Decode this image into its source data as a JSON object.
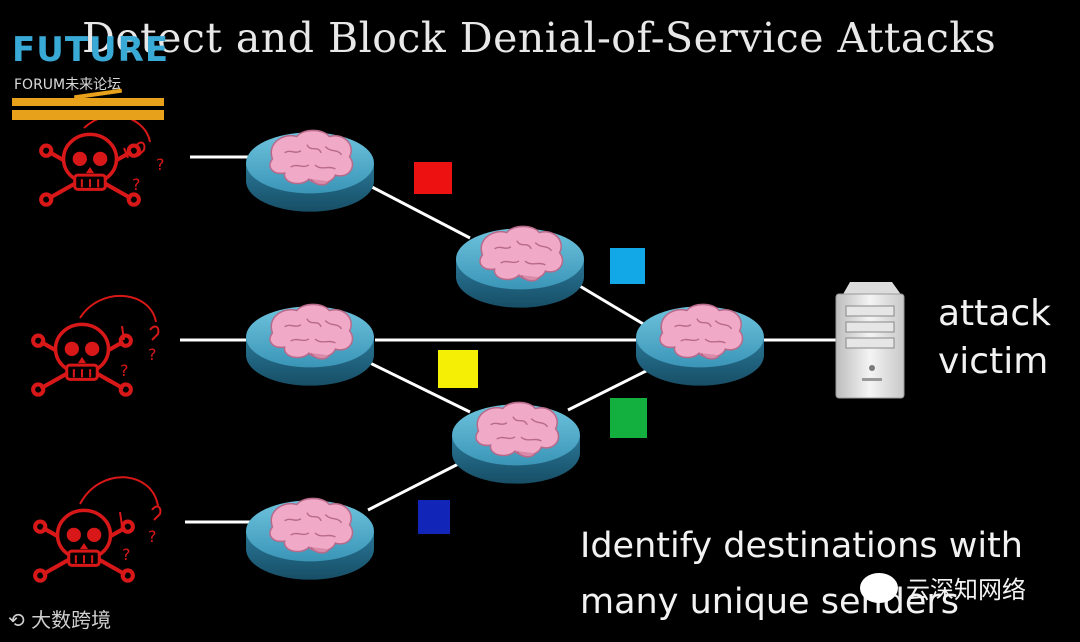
{
  "title": "Detect and Block Denial-of-Service Attacks",
  "logo": {
    "word": "FUTURE",
    "sub": "FORUM未来论坛"
  },
  "victim_label": [
    "attack",
    "victim"
  ],
  "caption": [
    "Identify destinations with",
    "many unique senders"
  ],
  "watermarks": {
    "left": "大数跨境",
    "right": "云深知网络"
  },
  "colors": {
    "packet_red": "#ee1111",
    "packet_blue_light": "#12a8e8",
    "packet_yellow": "#f5ee05",
    "packet_green": "#13b040",
    "packet_blue_dark": "#1126b8",
    "attacker": "#d81818",
    "router_body": "#2d7fa0",
    "brain": "#ec9fbd"
  },
  "icons": [
    "skull-crossbones-icon",
    "router-icon",
    "brain-icon",
    "server-icon",
    "packet-icon"
  ]
}
